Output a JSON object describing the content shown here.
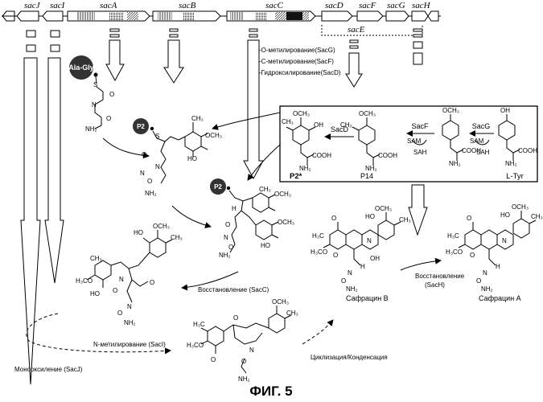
{
  "genes": {
    "sacJ": "sacJ",
    "sacI": "sacI",
    "sacA": "sacA",
    "sacB": "sacB",
    "sacC": "sacC",
    "sacD": "sacD",
    "sacF": "sacF",
    "sacG": "sacG",
    "sacH": "sacH",
    "sacE": "sacE"
  },
  "modifications": {
    "o_methyl": "-О-метилирование(SacG)",
    "c_methyl": "-С-метилирование(SacF)",
    "hydroxyl": "-Гидроксилирование(SacD)"
  },
  "loading": {
    "ala_gly": "Ala-Gly"
  },
  "carriers": {
    "p2_a": "P2",
    "p2_b": "P2"
  },
  "box": {
    "sacD": "SacD",
    "sacF": "SacF",
    "sacG": "SacG",
    "sam_1": "SAM",
    "sah_1": "SAH",
    "sam_2": "SAM",
    "sah_2": "SAH",
    "p2_star": "P2*",
    "p14": "P14",
    "ltyr": "L-Tyr"
  },
  "steps": {
    "reduction_sacC": "Восстановление (SacC)",
    "n_methyl": "N-метилирование (SacI)",
    "monooxid": "Монооксиление (SacJ)",
    "cyclization": "Циклизация/Конденсация",
    "safracin_b": "Сафрацин B",
    "reduction_sacH_1": "Восстановление",
    "reduction_sacH_2": "(SacH)",
    "safracin_a": "Сафрацин А"
  },
  "figure_caption": "ФИГ. 5"
}
